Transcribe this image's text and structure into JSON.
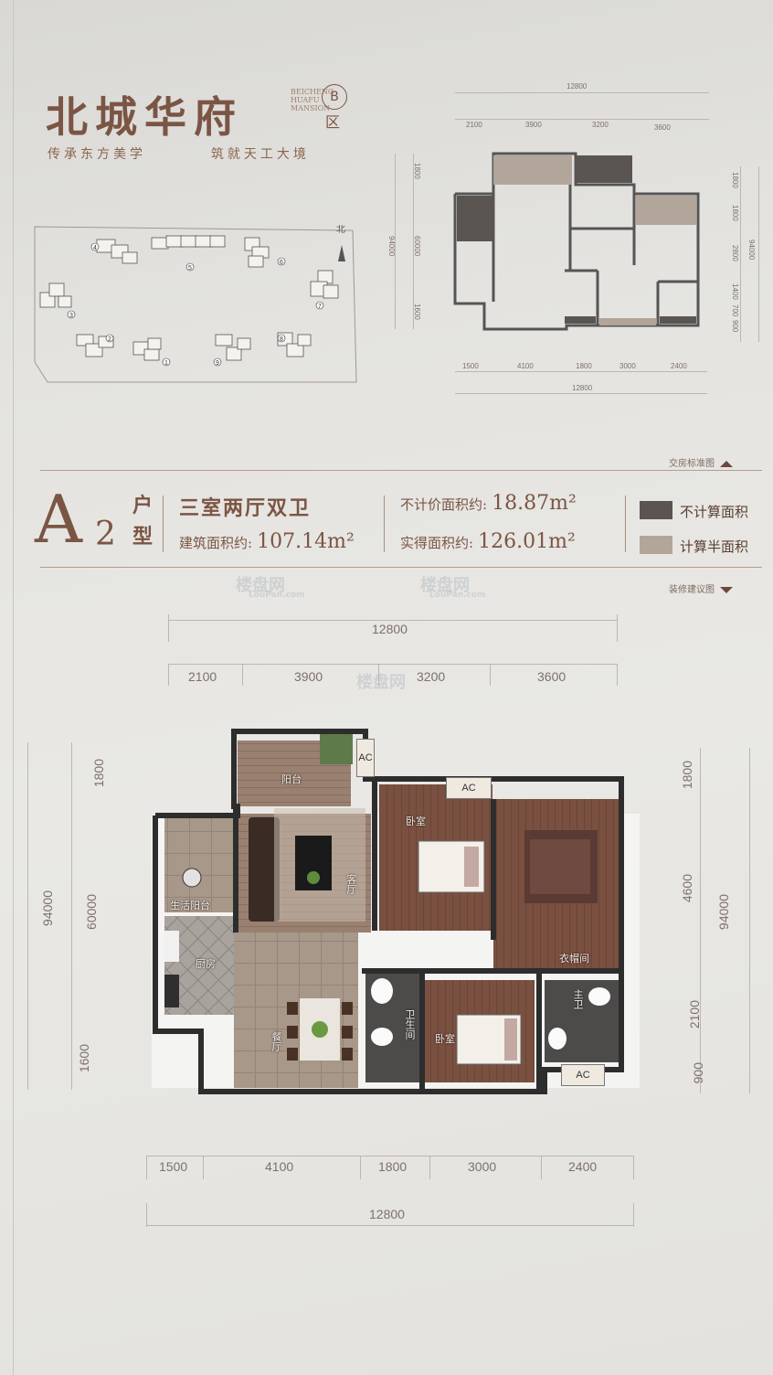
{
  "brand": {
    "title": "北城华府",
    "small_text": "BEICHENG HUAFU MANSION",
    "zone_letter": "B",
    "zone_suffix": "区",
    "slogan_left": "传承东方美学",
    "slogan_right": "筑就天工大境"
  },
  "site_plan": {
    "north_label": "北",
    "building_numbers": [
      "1",
      "2",
      "3",
      "4",
      "5",
      "6",
      "7",
      "8",
      "9"
    ]
  },
  "small_plan": {
    "top_total": "12800",
    "top_segments": [
      "2100",
      "3900",
      "3200",
      "3600"
    ],
    "bottom_segments": [
      "1500",
      "4100",
      "1800",
      "3000",
      "2400"
    ],
    "bottom_total": "12800",
    "left_total": "94000",
    "left_segments": [
      "1800",
      "60000",
      "1600"
    ],
    "right_segments": [
      "1800",
      "1800",
      "2800",
      "1400",
      "700",
      "900"
    ],
    "right_total": "94000"
  },
  "labels": {
    "standard_plan": "交房标准图",
    "decoration_plan": "装修建议图"
  },
  "unit": {
    "letter": "A",
    "number": "2",
    "type_chars": [
      "户",
      "型"
    ],
    "layout": "三室两厅双卫",
    "building_area_label": "建筑面积约:",
    "building_area_value": "107.14m²",
    "non_priced_label": "不计价面积约:",
    "non_priced_value": "18.87m²",
    "actual_label": "实得面积约:",
    "actual_value": "126.01m²"
  },
  "legend": [
    {
      "label": "不计算面积",
      "color": "#5b5552"
    },
    {
      "label": "计算半面积",
      "color": "#b2a69b"
    }
  ],
  "watermarks": [
    "楼盘网",
    "LouPan.com"
  ],
  "main_plan": {
    "top_total": "12800",
    "top_segments": [
      "2100",
      "3900",
      "3200",
      "3600"
    ],
    "bottom_segments": [
      "1500",
      "4100",
      "1800",
      "3000",
      "2400"
    ],
    "bottom_total": "12800",
    "left_outer": "94000",
    "left_mid": "60000",
    "left_top": "1800",
    "left_bottom": "1600",
    "right_segments": [
      "1800",
      "4600",
      "2100",
      "900"
    ],
    "right_total": "94000",
    "rooms": {
      "balcony": "阳台",
      "living": "客厅",
      "bedroom1": "卧室",
      "bedroom2": "卧室",
      "utility_balcony": "生活阳台",
      "kitchen": "厨房",
      "dining": "餐厅",
      "bath": "卫生间",
      "cloakroom": "衣帽间",
      "master_bath": "主卫"
    },
    "ac": "AC"
  }
}
